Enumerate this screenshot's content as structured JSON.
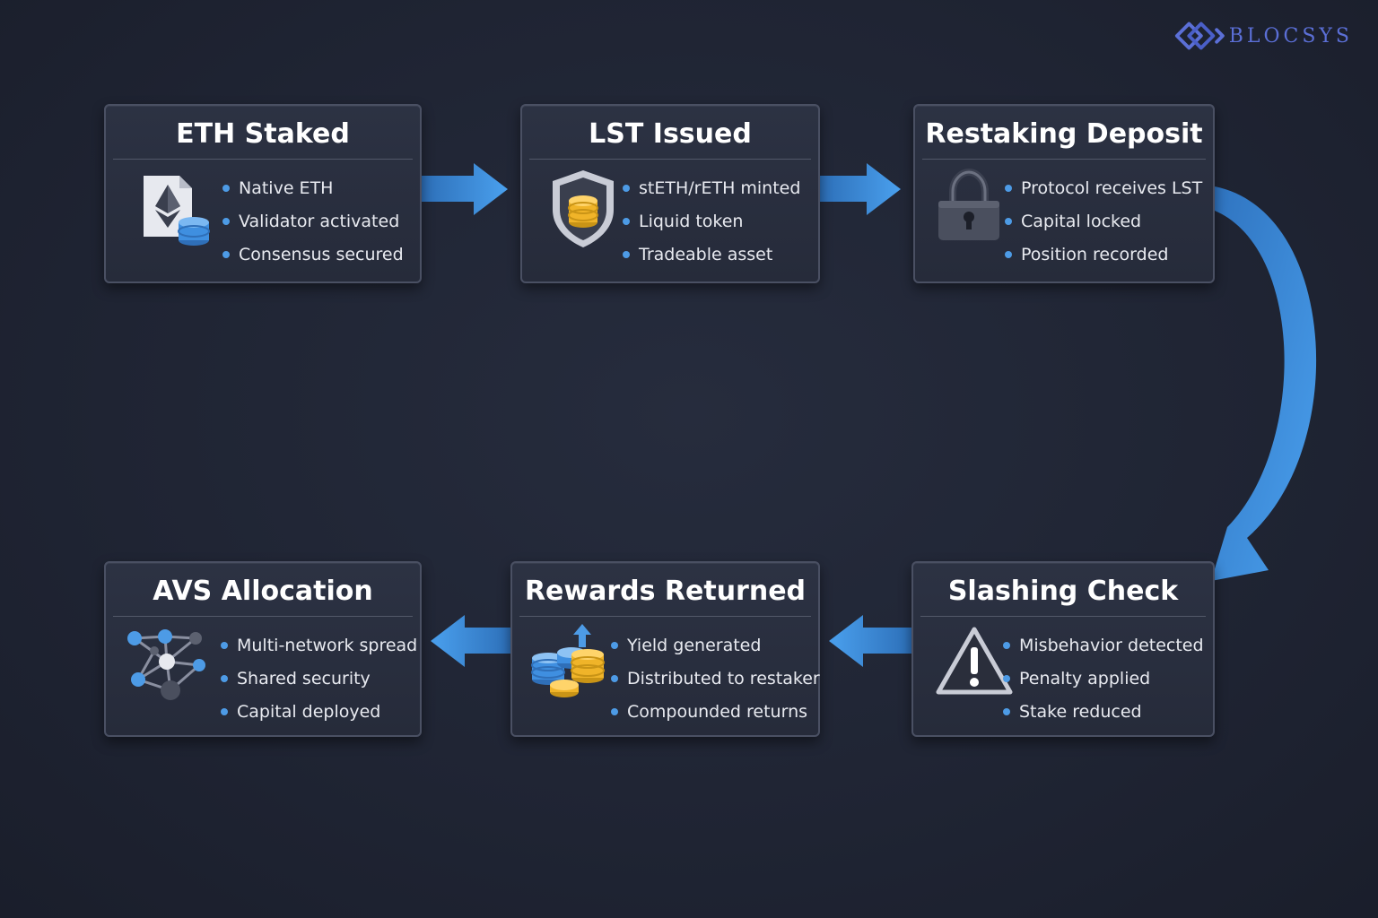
{
  "brand": {
    "name": "BLOCSYS",
    "icon": "diamond-chevron-logo",
    "color": "#5b6fd6"
  },
  "colors": {
    "accent": "#3f8fe0",
    "bullet": "#4d9be6",
    "background": "#1f2433",
    "card": "#2a2f3f"
  },
  "steps": [
    {
      "title": "ETH Staked",
      "icon": "ethereum-document-icon",
      "bullets": [
        "Native ETH",
        "Validator activated",
        "Consensus secured"
      ]
    },
    {
      "title": "LST Issued",
      "icon": "shield-coins-icon",
      "bullets": [
        "stETH/rETH minted",
        "Liquid token",
        "Tradeable asset"
      ]
    },
    {
      "title": "Restaking Deposit",
      "icon": "padlock-icon",
      "bullets": [
        "Protocol receives LST",
        "Capital locked",
        "Position recorded"
      ]
    },
    {
      "title": "Slashing Check",
      "icon": "warning-triangle-icon",
      "bullets": [
        "Misbehavior detected",
        "Penalty applied",
        "Stake reduced"
      ]
    },
    {
      "title": "Rewards Returned",
      "icon": "coin-stacks-arrow-icon",
      "bullets": [
        "Yield generated",
        "Distributed to restaker",
        "Compounded returns"
      ]
    },
    {
      "title": "AVS Allocation",
      "icon": "network-nodes-icon",
      "bullets": [
        "Multi-network spread",
        "Shared security",
        "Capital deployed"
      ]
    }
  ]
}
